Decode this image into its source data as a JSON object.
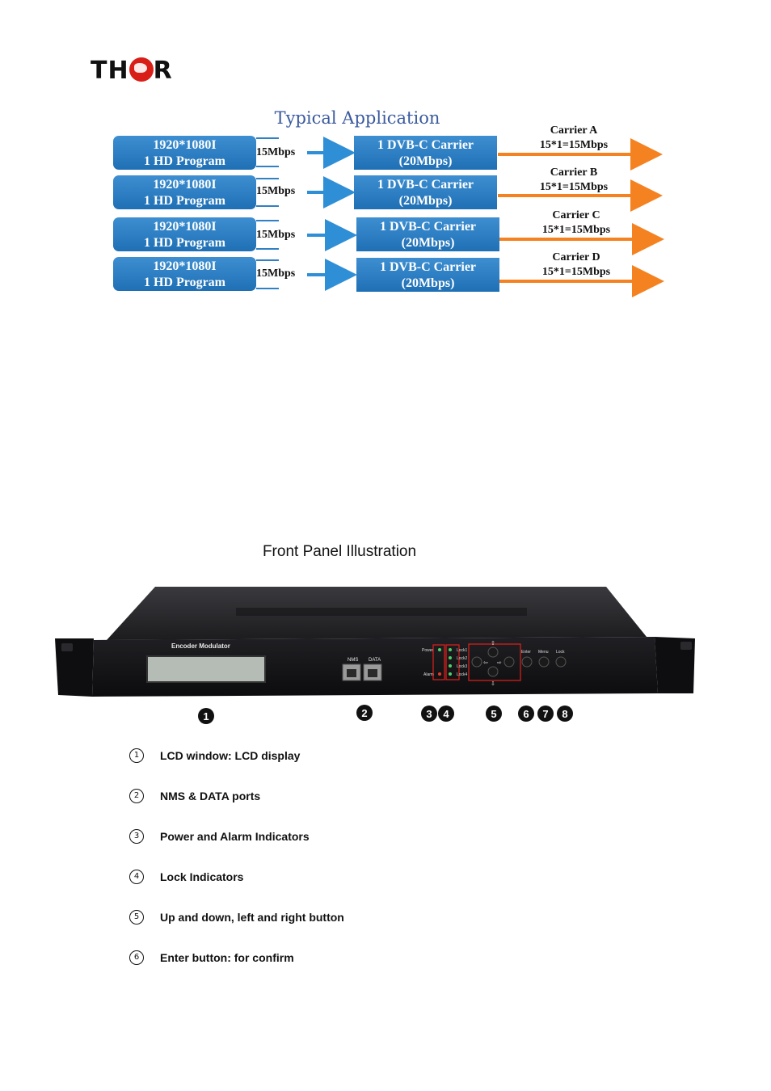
{
  "logo": {
    "text_left": "TH",
    "text_right": "R"
  },
  "application": {
    "title": "Typical Application",
    "rows": [
      {
        "prog_line1": "1920*1080I",
        "prog_line2": "1 HD Program",
        "rate": "15Mbps",
        "carrier_line1": "1 DVB-C Carrier",
        "carrier_line2": "(20Mbps)",
        "label_line1": "Carrier A",
        "label_line2": "15*1=15Mbps"
      },
      {
        "prog_line1": "1920*1080I",
        "prog_line2": "1 HD Program",
        "rate": "15Mbps",
        "carrier_line1": "1 DVB-C Carrier",
        "carrier_line2": "(20Mbps)",
        "label_line1": "Carrier B",
        "label_line2": "15*1=15Mbps"
      },
      {
        "prog_line1": "1920*1080I",
        "prog_line2": "1 HD Program",
        "rate": "15Mbps",
        "carrier_line1": "1 DVB-C Carrier",
        "carrier_line2": "(20Mbps)",
        "label_line1": "Carrier C",
        "label_line2": "15*1=15Mbps"
      },
      {
        "prog_line1": "1920*1080I",
        "prog_line2": "1 HD Program",
        "rate": "15Mbps",
        "carrier_line1": "1 DVB-C Carrier",
        "carrier_line2": "(20Mbps)",
        "label_line1": "Carrier D",
        "label_line2": "15*1=15Mbps"
      }
    ],
    "colors": {
      "box": "#2f80c4",
      "input_arrow": "#2f8fd6",
      "output_arrow": "#f58220"
    }
  },
  "front_panel": {
    "title": "Front Panel Illustration",
    "device_label": "Encoder Modulator",
    "port_labels": [
      "NMS",
      "DATA"
    ],
    "led_left": [
      "Power",
      "Alarm"
    ],
    "led_lock": [
      "Lock1",
      "Lock2",
      "Lock3",
      "Lock4"
    ],
    "button_labels": [
      "Enter",
      "Menu",
      "Lock"
    ],
    "callouts": [
      "1",
      "2",
      "3",
      "4",
      "5",
      "6",
      "7",
      "8"
    ]
  },
  "legend": [
    {
      "num": "1",
      "text": "LCD window: LCD display"
    },
    {
      "num": "2",
      "text": "NMS & DATA ports"
    },
    {
      "num": "3",
      "text": "Power and Alarm Indicators"
    },
    {
      "num": "4",
      "text": "Lock Indicators"
    },
    {
      "num": "5",
      "text": "Up and down, left and right button"
    },
    {
      "num": "6",
      "text": "Enter button: for confirm"
    }
  ]
}
